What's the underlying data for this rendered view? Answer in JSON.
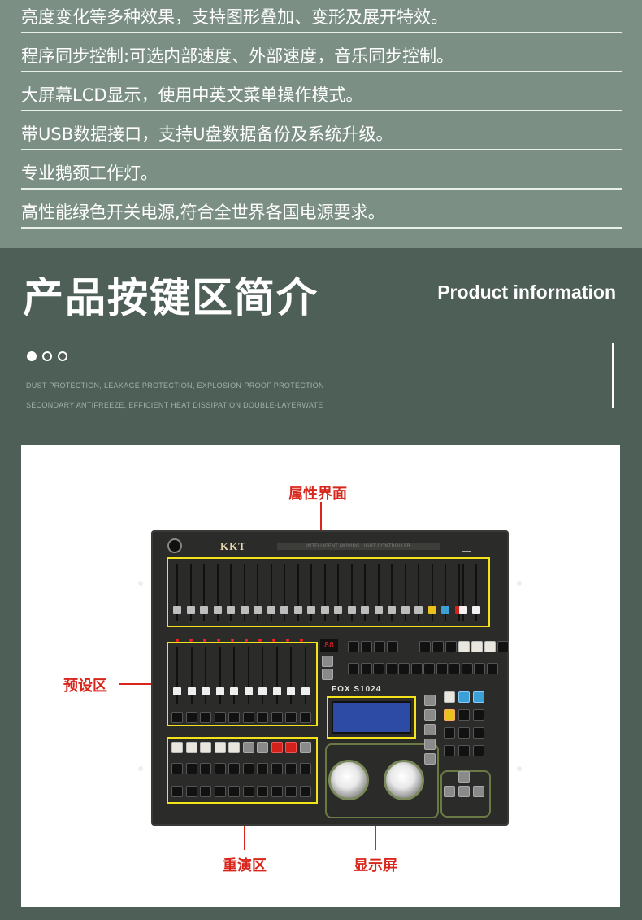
{
  "features": [
    "亮度变化等多种效果，支持图形叠加、变形及展开特效。",
    "程序同步控制:可选内部速度、外部速度，音乐同步控制。",
    "大屏幕LCD显示，使用中英文菜单操作模式。",
    "带USB数据接口，支持U盘数据备份及系统升级。",
    "专业鹅颈工作灯。",
    "高性能绿色开关电源,符合全世界各国电源要求。"
  ],
  "header": {
    "title_cn": "产品按键区简介",
    "title_en": "Product information",
    "sub_line1": "DUST PROTECTION, LEAKAGE PROTECTION, EXPLOSION-PROOF PROTECTION",
    "sub_line2": "SECONDARY ANTIFREEZE, EFFICIENT HEAT DISSIPATION DOUBLE-LAYERWATE"
  },
  "console": {
    "brand": "KKT",
    "model": "FOX S1024",
    "strip": "INTELLIGENT MOVING LIGHT CONTROLLER",
    "segment": "88",
    "callouts": {
      "attribute": "属性界面",
      "preset": "预设区",
      "playback": "重演区",
      "display": "显示屏"
    }
  },
  "colors": {
    "top_band": "#7b8f85",
    "dark_band": "#4e5f57",
    "highlight": "#f4e31a",
    "callout": "#d8261c"
  }
}
